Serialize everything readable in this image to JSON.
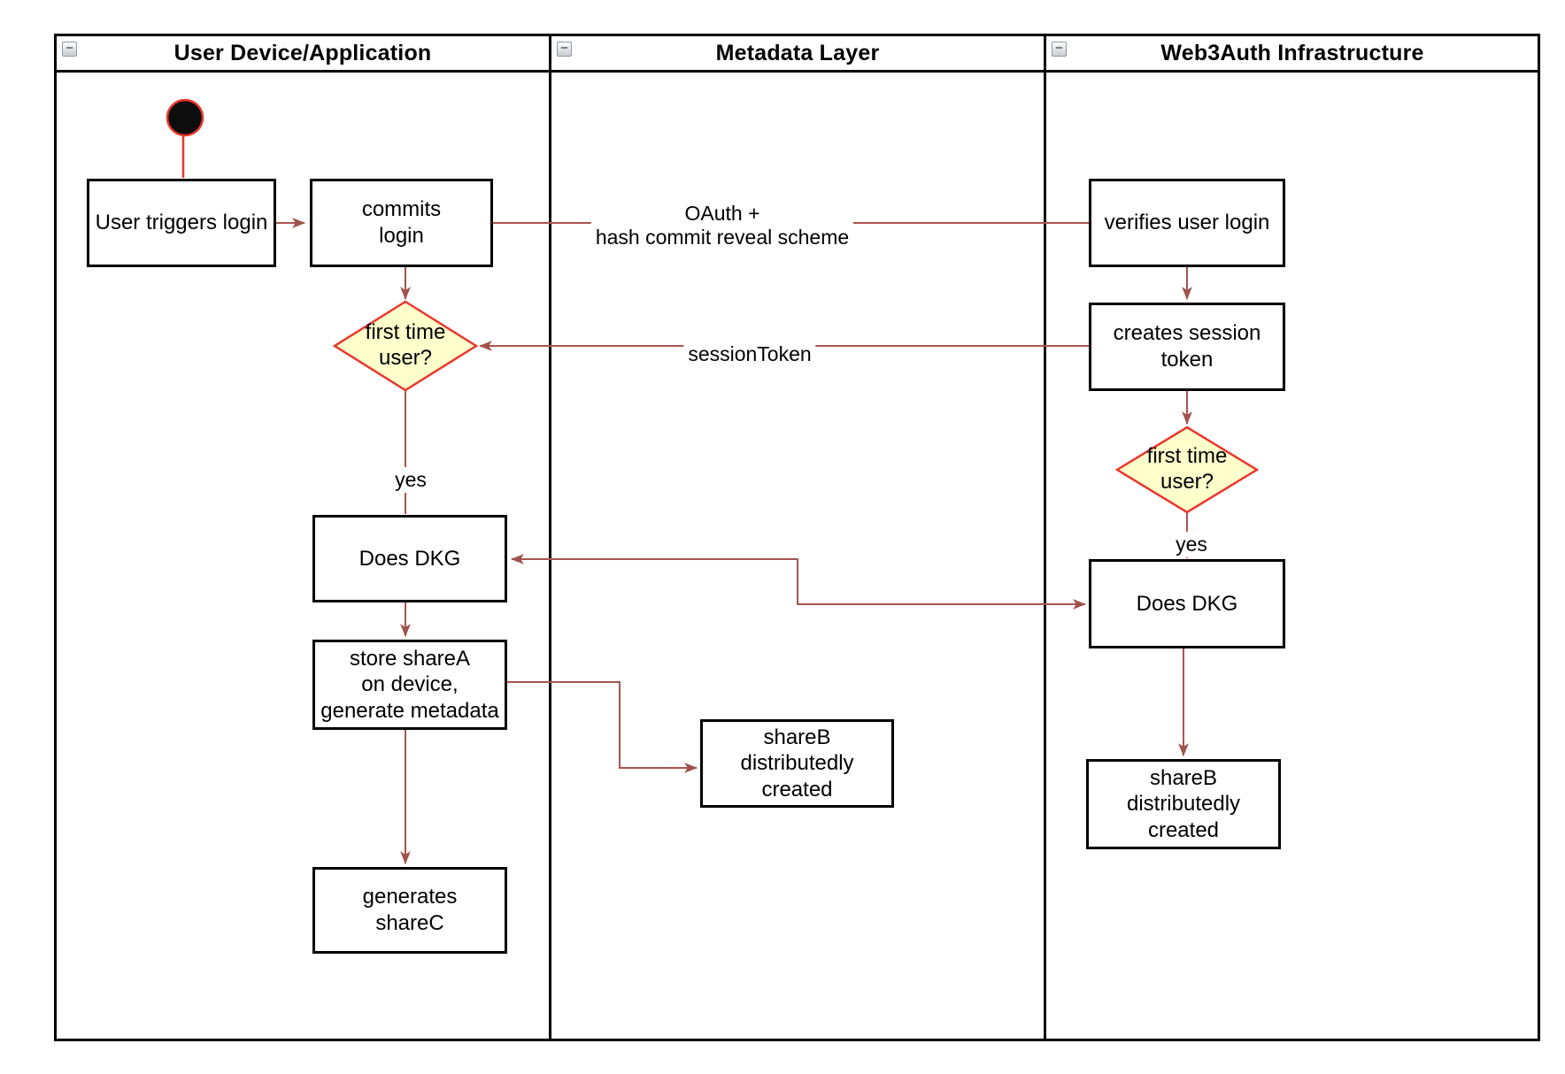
{
  "diagram": {
    "collapse_glyph": "−",
    "lanes": [
      {
        "title": "User Device/Application"
      },
      {
        "title": "Metadata Layer"
      },
      {
        "title": "Web3Auth Infrastructure"
      }
    ],
    "nodes": {
      "user_triggers": {
        "label": "User triggers login"
      },
      "commits": {
        "label": "commits\nlogin"
      },
      "first_time_user_left": {
        "label": "first time\nuser?"
      },
      "does_dkg_left": {
        "label": "Does DKG"
      },
      "store_shareA": {
        "label": "store shareA\non device,\ngenerate metadata"
      },
      "generates_shareC": {
        "label": "generates\nshareC"
      },
      "shareB_metadata": {
        "label": "shareB\ndistributedly\ncreated"
      },
      "verifies": {
        "label": "verifies user login"
      },
      "creates_session": {
        "label": "creates session\ntoken"
      },
      "first_time_user_right": {
        "label": "first time\nuser?"
      },
      "does_dkg_right": {
        "label": "Does DKG"
      },
      "shareB_right": {
        "label": "shareB\ndistributedly\ncreated"
      }
    },
    "edge_labels": {
      "oauth": "OAuth +\nhash commit reveal scheme",
      "session_token": "sessionToken",
      "yes_left": "yes",
      "yes_right": "yes"
    },
    "colors": {
      "connector": "#a8544f",
      "arrowhead": "#a0524d",
      "start_accent": "#e8392e",
      "decision_border": "#e8392e",
      "decision_fill": "#ffffcc",
      "node_border": "#000000",
      "lane_border": "#000000",
      "background": "#ffffff"
    }
  }
}
